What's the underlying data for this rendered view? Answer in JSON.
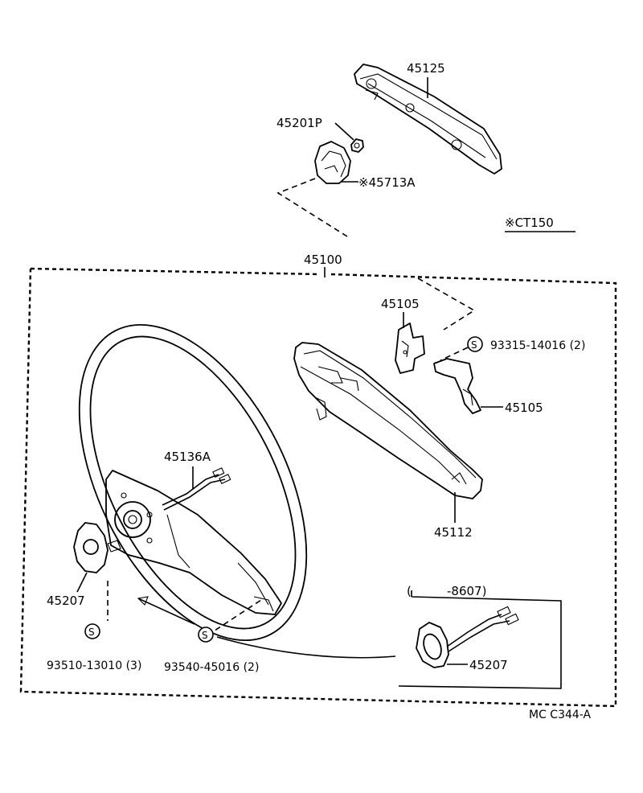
{
  "labels": {
    "horn_pad": "45125",
    "nut": "45201P",
    "horn_button": "※45713A",
    "model_note": "※CT150",
    "wheel_assy": "45100",
    "bracket_upper": "45105",
    "screw_upper": "93315-14016 (2)",
    "bracket_lower": "45105",
    "spoke_pad": "45112",
    "wire": "45136A",
    "contact_plate_left": "45207",
    "screw_left": "93510-13010 (3)",
    "screw_center": "93540-45016 (2)",
    "inset_range_open": "(",
    "inset_range_end": "-8607)",
    "contact_plate_inset": "45207",
    "diagram_code": "MC C344-A"
  },
  "symbols": {
    "screw_symbol": "S"
  }
}
